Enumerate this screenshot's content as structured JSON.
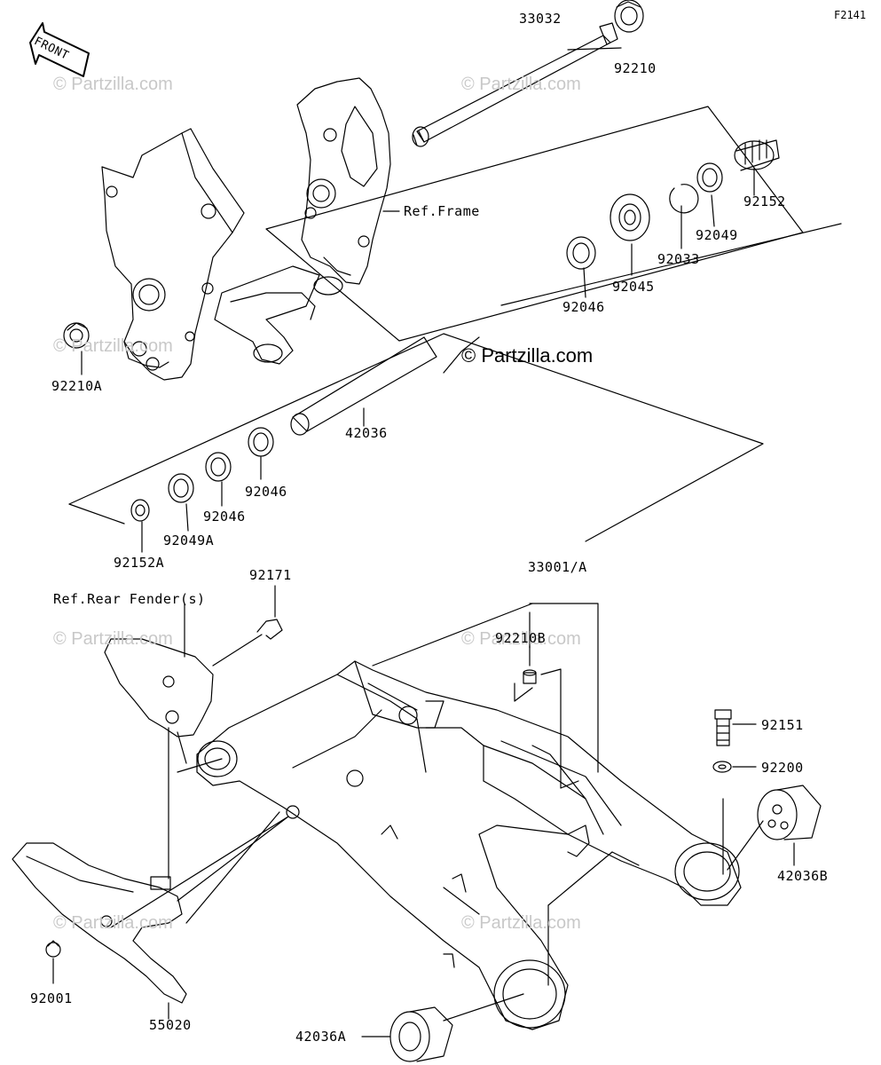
{
  "figure_code": "F2141",
  "front_label": "FRONT",
  "watermark": "© Partzilla.com",
  "watermark_main": "© Partzilla.com",
  "ref_frame": "Ref.Frame",
  "ref_fender": "Ref.Rear Fender(s)",
  "parts": {
    "p33032": "33032",
    "p92210": "92210",
    "p92210A": "92210A",
    "p92152": "92152",
    "p92049": "92049",
    "p92033": "92033",
    "p92045": "92045",
    "p92046a": "92046",
    "p42036": "42036",
    "p92046b": "92046",
    "p92046c": "92046",
    "p92049A": "92049A",
    "p92152A": "92152A",
    "p33001A": "33001/A",
    "p92171": "92171",
    "p92210B": "92210B",
    "p92151": "92151",
    "p92200": "92200",
    "p42036B": "42036B",
    "p92001": "92001",
    "p55020": "55020",
    "p42036A": "42036A"
  }
}
